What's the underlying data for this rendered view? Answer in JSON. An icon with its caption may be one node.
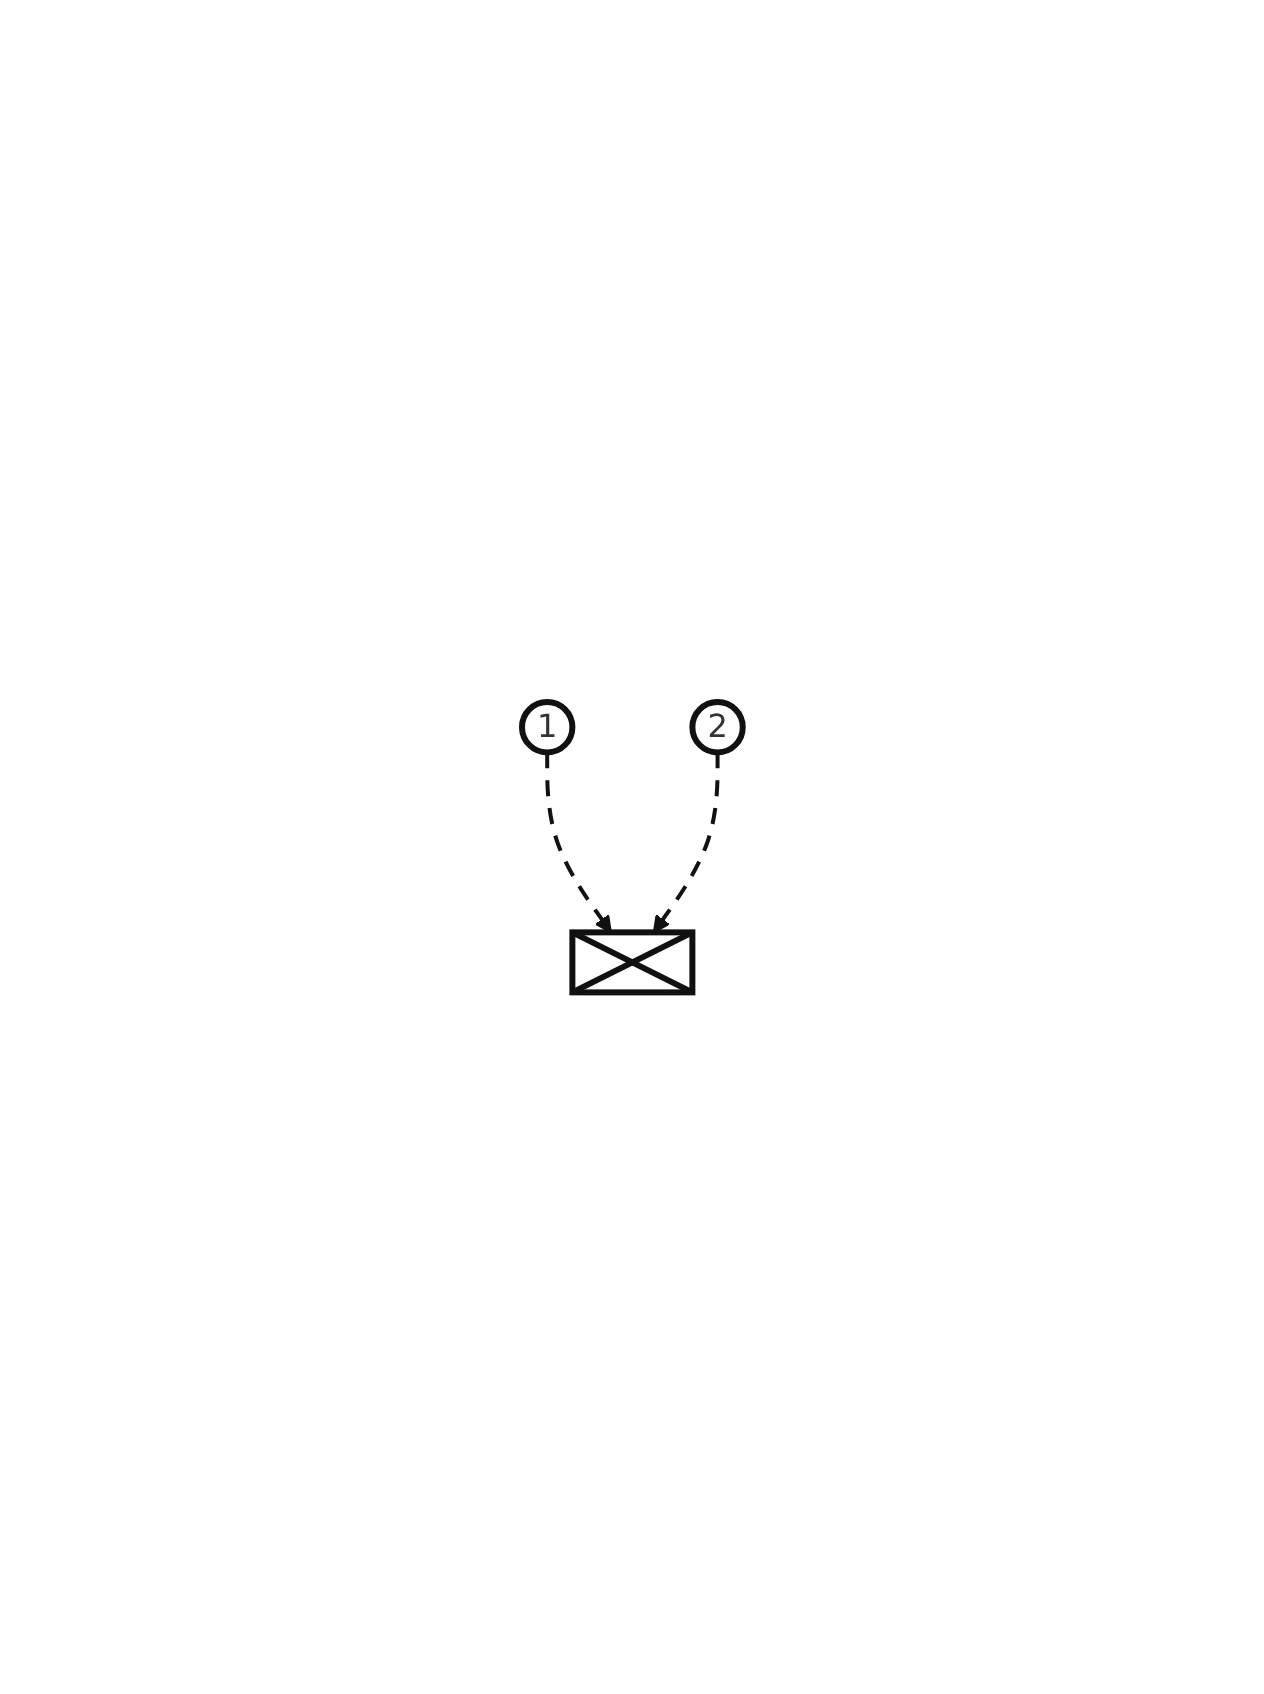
{
  "diagram": {
    "nodes": [
      {
        "text": [
          "1"
        ]
      },
      {
        "text": [
          "2"
        ]
      },
      {
        "text": [],
        "shape": "box"
      }
    ],
    "edges": [
      {
        "from": 0,
        "to": 2,
        "arrow": "to",
        "style": "dashed"
      },
      {
        "from": 1,
        "to": 2,
        "arrow": "to",
        "style": "dashed"
      }
    ]
  }
}
